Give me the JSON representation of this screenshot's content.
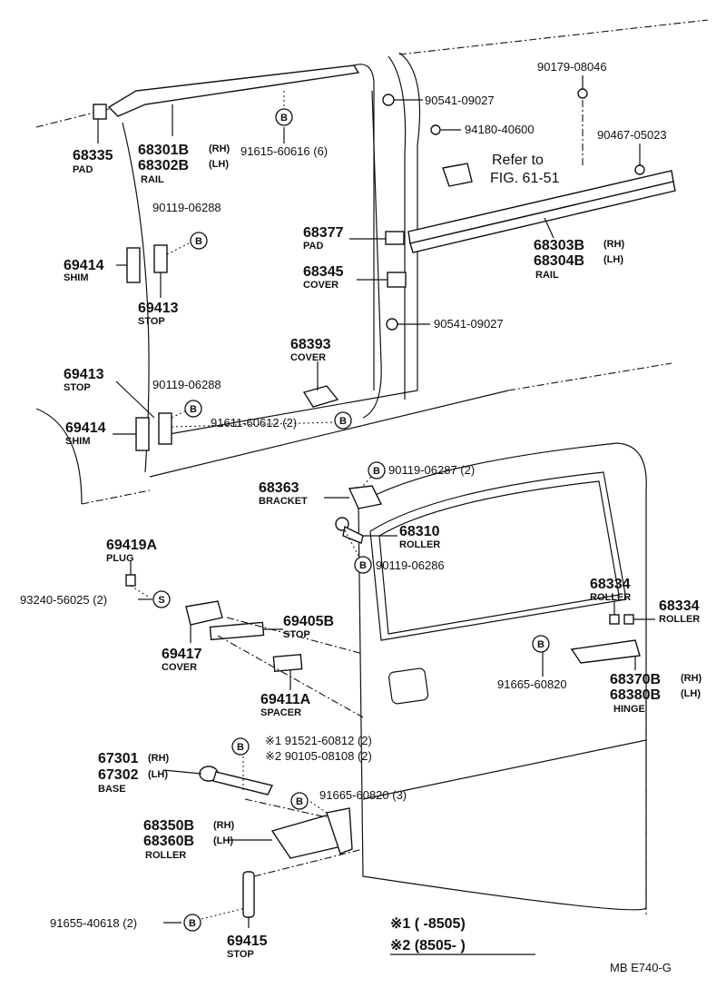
{
  "labels": {
    "p68335": "68335",
    "pad1": "PAD",
    "p68301": "68301B",
    "rh1": "(RH)",
    "p68302": "68302B",
    "lh1": "(LH)",
    "rail1": "RAIL",
    "p91615": "91615-60616 (6)",
    "p90541a": "90541-09027",
    "p90179": "90179-08046",
    "p94180": "94180-40600",
    "refer1": "Refer to",
    "refer2": "FIG. 61-51",
    "p90467": "90467-05023",
    "p90119a": "90119-06288",
    "p69414a": "69414",
    "shim1": "SHIM",
    "p69413a": "69413",
    "stop1": "STOP",
    "p68377": "68377",
    "pad2": "PAD",
    "p68303": "68303B",
    "rh2": "(RH)",
    "p68304": "68304B",
    "lh2": "(LH)",
    "rail2": "RAIL",
    "p68345": "68345",
    "cover1": "COVER",
    "p90541b": "90541-09027",
    "p68393": "68393",
    "cover2": "COVER",
    "p69413b": "69413",
    "stop2": "STOP",
    "p90119b": "90119-06288",
    "p91611": "91611-60612 (2)",
    "p69414b": "69414",
    "shim2": "SHIM",
    "p90119c": "90119-06287 (2)",
    "p68363": "68363",
    "bracket": "BRACKET",
    "p68310": "68310",
    "roller1": "ROLLER",
    "p90119d": "90119-06286",
    "p69419": "69419A",
    "plug": "PLUG",
    "p93240": "93240-56025 (2)",
    "p69405": "69405B",
    "stop3": "STOP",
    "p69417": "69417",
    "cover3": "COVER",
    "p69411": "69411A",
    "spacer": "SPACER",
    "p68334a": "68334",
    "roller2": "ROLLER",
    "p68334b": "68334",
    "roller3": "ROLLER",
    "p91665a": "91665-60820",
    "p68370": "68370B",
    "rh3": "(RH)",
    "p68380": "68380B",
    "lh3": "(LH)",
    "hinge": "HINGE",
    "n1": "※1 91521-60812 (2)",
    "n2": "※2 90105-08108 (2)",
    "p67301": "67301",
    "rh4": "(RH)",
    "p67302": "67302",
    "lh4": "(LH)",
    "base": "BASE",
    "p91665b": "91665-60820 (3)",
    "p68350": "68350B",
    "rh5": "(RH)",
    "p68360": "68360B",
    "lh5": "(LH)",
    "roller4": "ROLLER",
    "p91655": "91655-40618 (2)",
    "p69415": "69415",
    "stop4": "STOP",
    "legend1": "※1 (       -8505)",
    "legend2": "※2 (8505-        )",
    "code": "MB  E740-G"
  },
  "badges": {
    "b": "B",
    "s": "S"
  }
}
